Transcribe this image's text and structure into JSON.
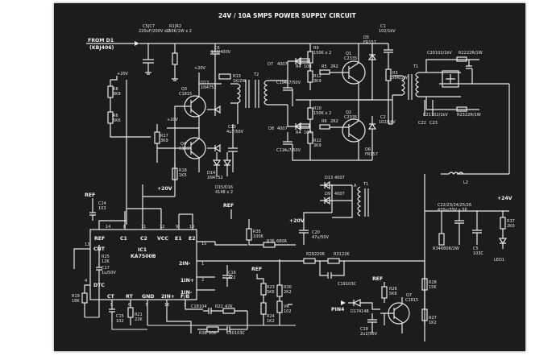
{
  "title": "24V / 10A SMPS POWER SUPPLY CIRCUIT",
  "input_label": "FROM D1",
  "input_sublabel": "(KBJ406)",
  "ic": {
    "name": "IC1",
    "part": "KA7500B",
    "pins": {
      "ref": "REF",
      "c1": "C1",
      "c2": "C2",
      "vcc": "VCC",
      "e1": "E1",
      "e2": "E2",
      "cnt": "CNT",
      "dtc": "DTC",
      "ct": "CT",
      "rt": "RT",
      "gnd": "GND",
      "in2p": "2IN+",
      "fb": "F/B",
      "in2m": "2IN-",
      "in1p": "1IN+",
      "in1m": "1IN-"
    },
    "pin_numbers": {
      "p14": "14",
      "p8": "8",
      "p11": "11",
      "p12": "12",
      "p9": "9",
      "p10": "10",
      "p13": "13",
      "p4": "4",
      "p5": "5",
      "p6": "6",
      "p7": "7",
      "p16": "16",
      "p3": "3",
      "p15": "15",
      "p1": "1",
      "p2": "2"
    }
  },
  "rails": {
    "p20a": "+20V",
    "p20b": "+20V",
    "p20c": "+20V",
    "p20d": "+20V",
    "p20e": "+20V",
    "p24": "+24V",
    "ref1": "REF",
    "ref2": "REF",
    "ref3": "REF",
    "ref4": "REF"
  },
  "components": {
    "c5c7": "C5|C7",
    "c5c7v": "220uF/200V x 2",
    "r1r2": "R1|R2",
    "r1r2v": "150K/1W x 2",
    "c6": "C6",
    "c6v": "103/400V",
    "c1": "C1",
    "c1v": "102/1kV",
    "r8": "R8",
    "r8v": "3K9",
    "r6": "R6",
    "r6v": "5K6",
    "q3": "Q3",
    "q3v": "C1815",
    "q4": "Q4",
    "q4v": "C1815",
    "d13": "D13",
    "d13v": "1N4752",
    "d14": "D14",
    "d14v": "1N4752",
    "r13": "R13",
    "r13v": "1K/2W",
    "t2": "T2",
    "d7": "D7",
    "d7v": "4007",
    "d8": "D8",
    "d8v": "4007",
    "r4a": "R4",
    "r4av": "10R",
    "r4b": "R4",
    "r4bv": "10R",
    "c10": "C10",
    "c10v": "4u7/50V",
    "c11": "C11",
    "c11v": "4u7/50V",
    "r9": "R9",
    "r9v": "150K x 2",
    "r10": "R10",
    "r10v": "150K x 2",
    "r12a": "R12",
    "r12av": "3K9",
    "r12b": "R12",
    "r12bv": "3K9",
    "r5": "R5",
    "r5v": "2R2",
    "r6b": "R6",
    "r6bv": "2R2",
    "q1": "Q1",
    "q1v": "C2335",
    "q2": "Q2",
    "q2v": "C2335",
    "d5": "D5",
    "d5v": "FR157",
    "d6": "D6",
    "d6v": "FR157",
    "c2": "C2",
    "c2v": "102/1kV",
    "r3": "R3",
    "r3v": "150R/2W",
    "t1": "T1",
    "c20": "C20",
    "c20v": "102/1kV",
    "r22": "R22",
    "r22v": "22R/1W",
    "c21": "C21",
    "c21v": "102/1kV",
    "r23": "R23",
    "r23v": "22R/1W",
    "c22": "C22",
    "c23": "C23",
    "c17": "C17",
    "c17v": "103",
    "r17": "R17",
    "r17v": "3K9",
    "r18": "R18",
    "r18v": "1K5",
    "c13": "C13",
    "c13v": "4u7/50V",
    "d15": "D15/D16",
    "d15v": "4148 x 2",
    "c14": "C14",
    "c14v": "103",
    "d1": "D13",
    "d1v": "4007",
    "d2": "D9",
    "d2v": "4007",
    "c20b": "C20",
    "c20bv": "47u/50V",
    "r35": "R35",
    "r35v": "100K",
    "r36": "R36",
    "r36v": "680R",
    "r25": "R25",
    "r25v": "12K",
    "c17b": "C17",
    "c17bv": "1u/50V",
    "r19": "R19",
    "r19v": "18K",
    "c15": "C15",
    "c15v": "102",
    "r21": "R21",
    "r21v": "22K",
    "c16": "C16",
    "c16v": "222",
    "c18": "C18",
    "c18v": "104",
    "r22b": "R22",
    "r22bv": "47K",
    "r38": "R38",
    "r38v": "10K",
    "c20c": "C20",
    "c20cv": "103C",
    "r23b": "R23",
    "r23bv": "5K6",
    "r24": "R24",
    "r24v": "1K2",
    "r30": "R30",
    "r30v": "2K2",
    "vr": "VR",
    "vrv": "102",
    "r29": "R29",
    "r29v": "220R",
    "r31": "R31",
    "r31v": "22K",
    "c19": "C19",
    "c19v": "103C",
    "r26": "R26",
    "r26v": "5K6",
    "q7": "Q7",
    "q7v": "C1815",
    "d17": "D17",
    "d17v": "4148",
    "c18b": "C18",
    "c18bv": "2u2/50V",
    "pin4": "PIN4",
    "r28": "R28",
    "r28v": "15K",
    "r27": "R27",
    "r27v": "1K2",
    "l2": "L2",
    "c22v": "C22/23/24/25/26",
    "c22vv": "470u/35V x 5P",
    "r34": "R34",
    "r34v": "680R/2W",
    "c5b": "C5",
    "c5bv": "103C",
    "r37": "R37",
    "r37v": "2K0",
    "led1": "LED1",
    "ta": "A",
    "tt1": "T1"
  }
}
